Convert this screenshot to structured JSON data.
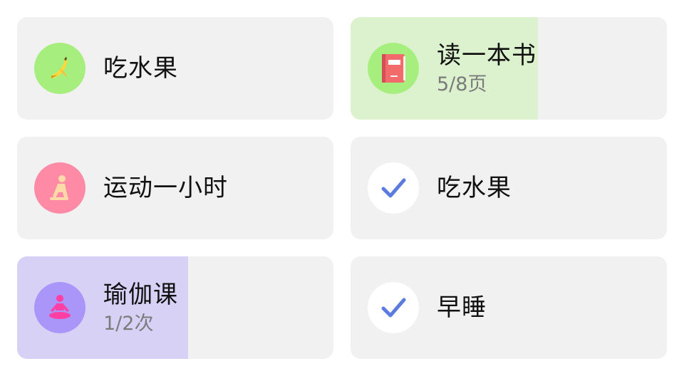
{
  "habits": [
    {
      "title": "吃水果",
      "sub": "",
      "icon": "banana-icon",
      "icon_bg": "#a6ef7e",
      "state": "todo"
    },
    {
      "title": "读一本书",
      "sub": "5/8页",
      "icon": "book-icon",
      "icon_bg": "#a6ef7e",
      "state": "progress",
      "progress": 0.593,
      "fill_color": "#dcf1cd"
    },
    {
      "title": "运动一小时",
      "sub": "",
      "icon": "exercise-icon",
      "icon_bg": "#ff8aa6",
      "state": "todo"
    },
    {
      "title": "吃水果",
      "sub": "",
      "icon": "check-icon",
      "icon_bg": "#ffffff",
      "state": "done"
    },
    {
      "title": "瑜伽课",
      "sub": "1/2次",
      "icon": "yoga-icon",
      "icon_bg": "#a996f8",
      "state": "progress",
      "progress": 0.541,
      "fill_color": "#d8d1f6"
    },
    {
      "title": "早睡",
      "sub": "",
      "icon": "check-icon",
      "icon_bg": "#ffffff",
      "state": "done"
    }
  ],
  "colors": {
    "card_bg": "#f1f1f1",
    "check": "#5b7be0",
    "title": "#111111",
    "sub": "#7b7b7b"
  }
}
